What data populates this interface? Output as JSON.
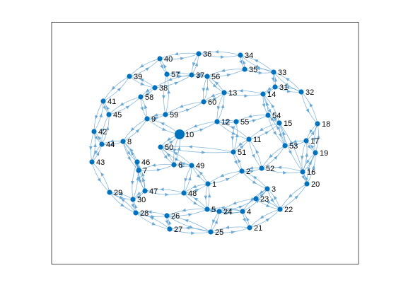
{
  "graph": {
    "highlight_node": "10",
    "colors": {
      "node": "#0072bd",
      "edge": "#5b9fd0",
      "highlight": "#ff0000",
      "axes": "#262626",
      "background": "#ffffff"
    },
    "node_labels": [
      "1",
      "2",
      "3",
      "4",
      "5",
      "6",
      "7",
      "8",
      "9",
      "10",
      "11",
      "12",
      "13",
      "14",
      "15",
      "16",
      "17",
      "18",
      "19",
      "20",
      "21",
      "22",
      "23",
      "24",
      "25",
      "26",
      "27",
      "28",
      "29",
      "30",
      "31",
      "32",
      "33",
      "34",
      "35",
      "36",
      "37",
      "38",
      "39",
      "40",
      "41",
      "42",
      "43",
      "44",
      "45",
      "46",
      "47",
      "48",
      "49",
      "50",
      "51",
      "52",
      "53",
      "54",
      "55",
      "56",
      "57",
      "58",
      "59",
      "60"
    ],
    "edges": [
      [
        "1",
        "2"
      ],
      [
        "1",
        "5"
      ],
      [
        "1",
        "48"
      ],
      [
        "1",
        "49"
      ],
      [
        "2",
        "3"
      ],
      [
        "2",
        "51"
      ],
      [
        "2",
        "52"
      ],
      [
        "3",
        "4"
      ],
      [
        "3",
        "23"
      ],
      [
        "3",
        "22"
      ],
      [
        "4",
        "5"
      ],
      [
        "4",
        "21"
      ],
      [
        "4",
        "24"
      ],
      [
        "5",
        "24"
      ],
      [
        "5",
        "26"
      ],
      [
        "5",
        "48"
      ],
      [
        "6",
        "7"
      ],
      [
        "6",
        "10"
      ],
      [
        "6",
        "49"
      ],
      [
        "6",
        "50"
      ],
      [
        "7",
        "8"
      ],
      [
        "7",
        "46"
      ],
      [
        "7",
        "47"
      ],
      [
        "8",
        "9"
      ],
      [
        "8",
        "44"
      ],
      [
        "8",
        "46"
      ],
      [
        "9",
        "10"
      ],
      [
        "9",
        "58"
      ],
      [
        "9",
        "59"
      ],
      [
        "10",
        "12"
      ],
      [
        "10",
        "50"
      ],
      [
        "11",
        "12"
      ],
      [
        "11",
        "15"
      ],
      [
        "11",
        "51"
      ],
      [
        "11",
        "52"
      ],
      [
        "12",
        "13"
      ],
      [
        "12",
        "55"
      ],
      [
        "13",
        "14"
      ],
      [
        "13",
        "60"
      ],
      [
        "13",
        "56"
      ],
      [
        "14",
        "15"
      ],
      [
        "14",
        "31"
      ],
      [
        "14",
        "54"
      ],
      [
        "15",
        "16"
      ],
      [
        "15",
        "53"
      ],
      [
        "15",
        "54"
      ],
      [
        "16",
        "17"
      ],
      [
        "16",
        "19"
      ],
      [
        "16",
        "20"
      ],
      [
        "16",
        "52"
      ],
      [
        "17",
        "18"
      ],
      [
        "17",
        "19"
      ],
      [
        "17",
        "53"
      ],
      [
        "18",
        "19"
      ],
      [
        "18",
        "32"
      ],
      [
        "19",
        "20"
      ],
      [
        "20",
        "22"
      ],
      [
        "21",
        "22"
      ],
      [
        "21",
        "25"
      ],
      [
        "22",
        "23"
      ],
      [
        "23",
        "24"
      ],
      [
        "24",
        "25"
      ],
      [
        "25",
        "26"
      ],
      [
        "25",
        "27"
      ],
      [
        "26",
        "27"
      ],
      [
        "26",
        "28"
      ],
      [
        "27",
        "28"
      ],
      [
        "28",
        "29"
      ],
      [
        "28",
        "30"
      ],
      [
        "29",
        "30"
      ],
      [
        "29",
        "43"
      ],
      [
        "30",
        "46"
      ],
      [
        "30",
        "47"
      ],
      [
        "31",
        "32"
      ],
      [
        "31",
        "33"
      ],
      [
        "32",
        "33"
      ],
      [
        "33",
        "34"
      ],
      [
        "33",
        "35"
      ],
      [
        "34",
        "35"
      ],
      [
        "34",
        "36"
      ],
      [
        "35",
        "56"
      ],
      [
        "36",
        "37"
      ],
      [
        "36",
        "40"
      ],
      [
        "37",
        "38"
      ],
      [
        "37",
        "56"
      ],
      [
        "37",
        "57"
      ],
      [
        "38",
        "39"
      ],
      [
        "38",
        "58"
      ],
      [
        "39",
        "40"
      ],
      [
        "39",
        "41"
      ],
      [
        "40",
        "57"
      ],
      [
        "41",
        "42"
      ],
      [
        "41",
        "45"
      ],
      [
        "42",
        "43"
      ],
      [
        "42",
        "44"
      ],
      [
        "43",
        "44"
      ],
      [
        "44",
        "45"
      ],
      [
        "45",
        "58"
      ],
      [
        "46",
        "47"
      ],
      [
        "47",
        "48"
      ],
      [
        "48",
        "49"
      ],
      [
        "49",
        "50"
      ],
      [
        "50",
        "51"
      ],
      [
        "51",
        "55"
      ],
      [
        "52",
        "53"
      ],
      [
        "53",
        "54"
      ],
      [
        "54",
        "55"
      ],
      [
        "56",
        "60"
      ],
      [
        "57",
        "59"
      ],
      [
        "59",
        "60"
      ]
    ]
  }
}
